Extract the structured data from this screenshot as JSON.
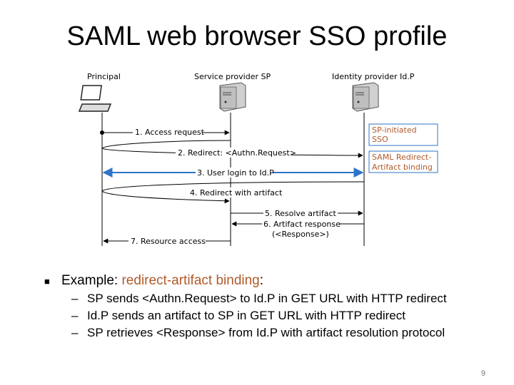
{
  "title": "SAML web browser SSO profile",
  "actors": {
    "principal": "Principal",
    "sp": "Service provider SP",
    "idp": "Identity provider Id.P"
  },
  "messages": {
    "m1": "1. Access request",
    "m2": "2. Redirect: <Authn.Request>",
    "m3": "3. User login to Id.P",
    "m4": "4. Redirect with artifact",
    "m5": "5. Resolve artifact",
    "m6a": "6. Artifact response",
    "m6b": "(<Response>)",
    "m7": "7. Resource access"
  },
  "side_labels": {
    "sp_initiated_1": "SP-initiated",
    "sp_initiated_2": "SSO",
    "binding_1": "SAML Redirect-",
    "binding_2": "Artifact binding"
  },
  "bullet": {
    "prefix": "Example: ",
    "highlight": "redirect-artifact binding",
    "suffix": ":"
  },
  "sub_bullets": [
    "SP sends <Authn.Request> to Id.P in GET URL with HTTP redirect",
    "Id.P sends an artifact to SP in GET URL with HTTP redirect",
    "SP retrieves <Response> from Id.P with artifact resolution protocol"
  ],
  "page_number": "9",
  "colors": {
    "blue": "#2e74c9",
    "accent": "#b05a2a"
  },
  "icons": {
    "principal": "laptop-icon",
    "sp": "server-icon",
    "idp": "server-icon"
  }
}
